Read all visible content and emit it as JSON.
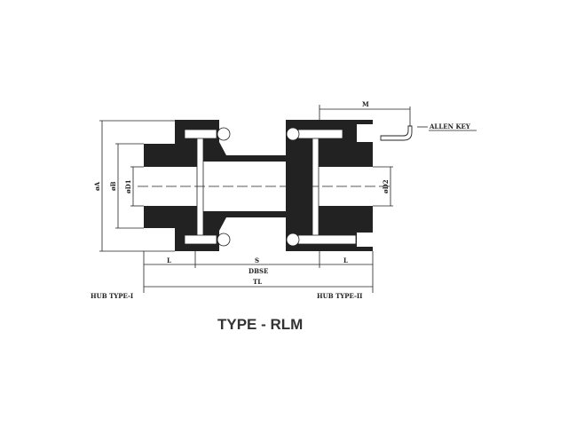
{
  "drawing": {
    "title": "TYPE - RLM",
    "hub_left_label": "HUB TYPE-I",
    "hub_right_label": "HUB TYPE-II",
    "allen_key_label": "ALLEN KEY",
    "dimensions": {
      "phi_a": "øA",
      "phi_b": "øB",
      "phi_d1": "øD1",
      "phi_d2": "øD2",
      "l_left": "L",
      "s": "S",
      "l_right": "L",
      "dbse": "DBSE",
      "tl": "TL",
      "m": "M"
    }
  }
}
